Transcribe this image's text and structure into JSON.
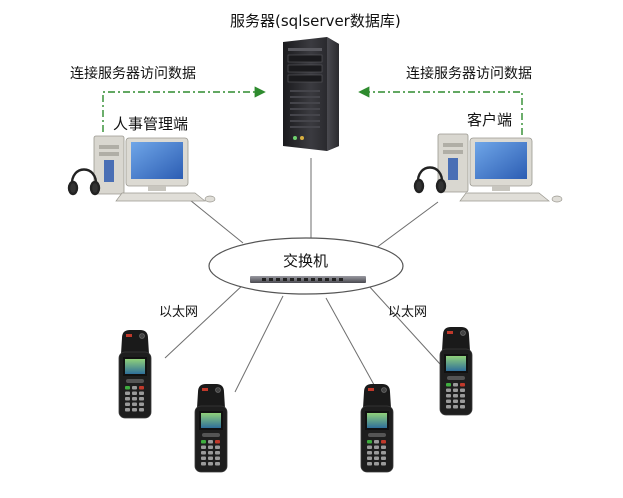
{
  "server": {
    "label": "服务器(sqlserver数据库)"
  },
  "connections": {
    "left_label": "连接服务器访问数据",
    "right_label": "连接服务器访问数据"
  },
  "clients": {
    "hr_label": "人事管理端",
    "customer_label": "客户端"
  },
  "switch": {
    "label": "交换机"
  },
  "ethernet": {
    "left_label": "以太网",
    "right_label": "以太网"
  },
  "colors": {
    "dash_arrow": "#2e8b2e",
    "cable": "#6e6e6e",
    "server_body": "#2a2a2e",
    "monitor_screen": "#3a6fc0",
    "handheld_body": "#1e1e1e",
    "handheld_screen": "#2e7d2e"
  },
  "icons": {
    "server": "tower-server-icon",
    "pc": "desktop-pc-icon",
    "headset": "headset-icon",
    "switch": "network-switch-icon",
    "handheld": "handheld-terminal-icon"
  },
  "handheld_count": 4
}
